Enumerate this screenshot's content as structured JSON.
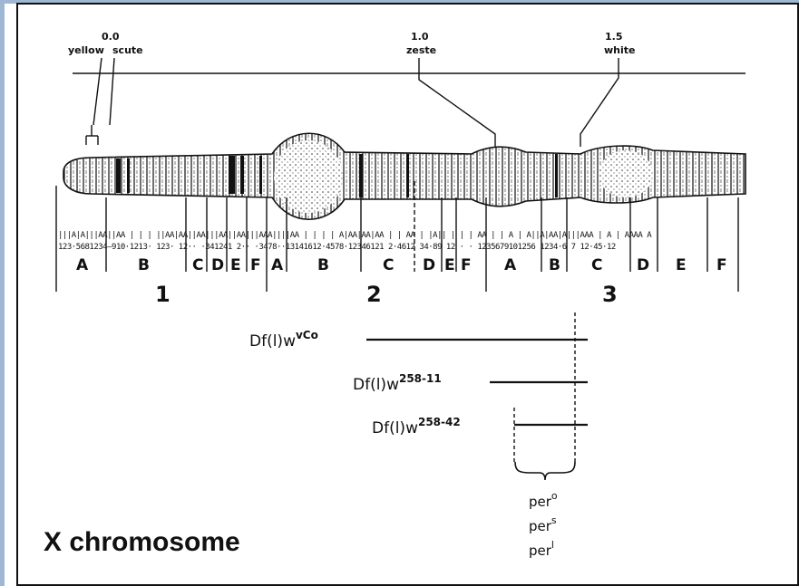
{
  "slide_title": "X chromosome",
  "loci": [
    {
      "position": "0.0",
      "names": [
        "yellow",
        "scute"
      ]
    },
    {
      "position": "1.0",
      "name": "zeste"
    },
    {
      "position": "1.5",
      "name": "white"
    }
  ],
  "band_numbers": "|||A|A|||AA||AA | | |  ||AA|AA||AA|||AA||AA|||AAA||||AA | | | | A|AA|AA|AA | | AA | |A|| | | | AA | | A | A||A|AA|A|||AAA | A | AAAA A",
  "band_digits": "123·5681234–910·1213·  123· 12·· ·341241 2·· ·3478··13141612·4578·12346121 2·4612 34·89 12 · · 1235679101256 1234·6 7 12·45·12",
  "subdivisions": [
    "A",
    "B",
    "C",
    "D",
    "E",
    "F",
    "A",
    "B",
    "C",
    "D",
    "E",
    "F",
    "A",
    "B",
    "C",
    "D",
    "E",
    "F"
  ],
  "divisions": [
    "1",
    "2",
    "3"
  ],
  "deficiencies": [
    {
      "label": "Df(l)w",
      "superscript": "vCo"
    },
    {
      "label": "Df(l)w",
      "superscript": "258-11"
    },
    {
      "label": "Df(l)w",
      "superscript": "258-42"
    }
  ],
  "per_alleles": [
    {
      "label": "per",
      "superscript": "o"
    },
    {
      "label": "per",
      "superscript": "s"
    },
    {
      "label": "per",
      "superscript": "l"
    }
  ]
}
